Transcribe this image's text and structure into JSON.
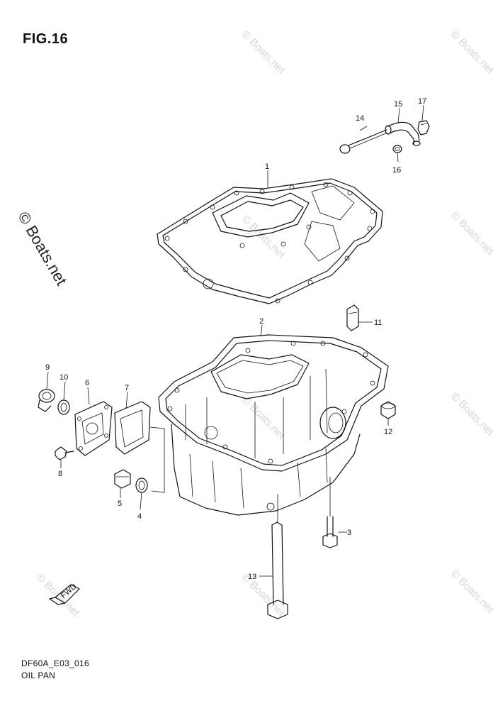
{
  "figure": {
    "title": "FIG.16"
  },
  "footer": {
    "code": "DF60A_E03_016",
    "name": "OIL PAN"
  },
  "watermark": {
    "text": "© Boats.net",
    "big_text": "© Boats.net"
  },
  "fwd_marker": "FWD",
  "callouts": [
    {
      "id": "1",
      "label": "1"
    },
    {
      "id": "2",
      "label": "2"
    },
    {
      "id": "3",
      "label": "3"
    },
    {
      "id": "4",
      "label": "4"
    },
    {
      "id": "5",
      "label": "5"
    },
    {
      "id": "6",
      "label": "6"
    },
    {
      "id": "7",
      "label": "7"
    },
    {
      "id": "8",
      "label": "8"
    },
    {
      "id": "9",
      "label": "9"
    },
    {
      "id": "10",
      "label": "10"
    },
    {
      "id": "11",
      "label": "11"
    },
    {
      "id": "12",
      "label": "12"
    },
    {
      "id": "13",
      "label": "13"
    },
    {
      "id": "14",
      "label": "14"
    },
    {
      "id": "15",
      "label": "15"
    },
    {
      "id": "16",
      "label": "16"
    },
    {
      "id": "17",
      "label": "17"
    }
  ]
}
